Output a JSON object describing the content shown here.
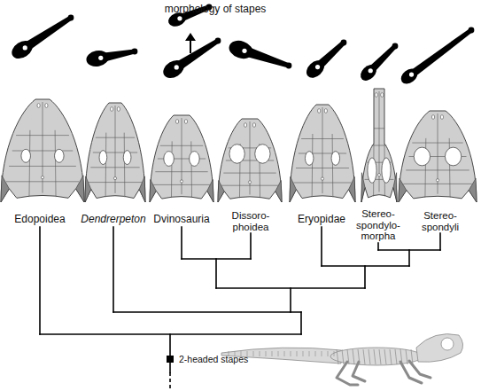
{
  "diagram": {
    "labels": [
      "morphology of stapes",
      "Edopoidea",
      "Dendrerpeton",
      "Dvinosauria",
      "Dissoro- phoidea",
      "Eryopidae",
      "Stereo- spondylo- morpha",
      "Stereo- spondyli",
      "2-headed stapes"
    ]
  }
}
